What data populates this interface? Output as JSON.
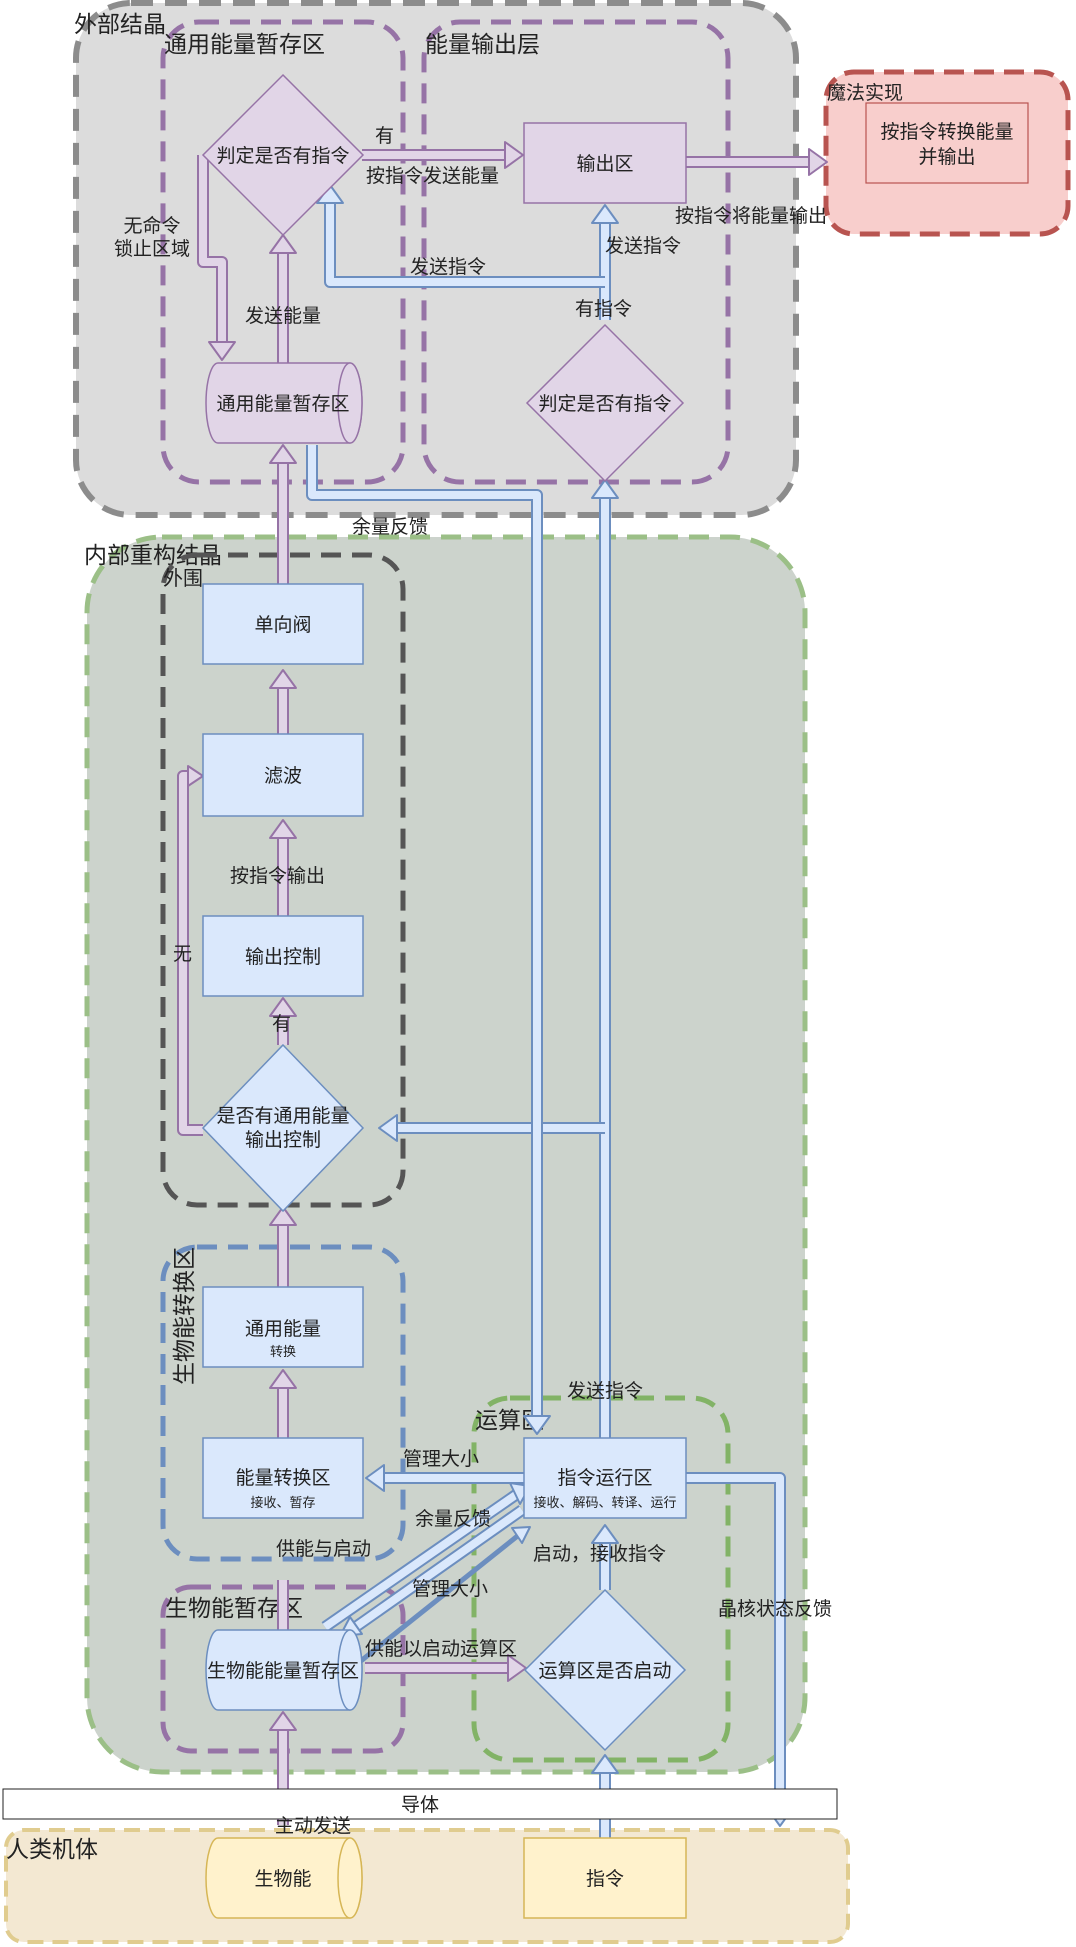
{
  "regions": {
    "outer_crystal": "外部结晶",
    "general_storage_zone": "通用能量暂存区",
    "energy_output_layer": "能量输出层",
    "magic_realization": "魔法实现",
    "inner_crystal": "内部重构结晶",
    "periphery": "外围",
    "bio_conversion_zone": "生物能转换区",
    "compute_zone": "运算区",
    "bio_storage_zone": "生物能暂存区",
    "human_body": "人类机体"
  },
  "nodes": {
    "judge_command_top": "判定是否有指令",
    "output_zone": "输出区",
    "magic_box_line1": "按指令转换能量",
    "magic_box_line2": "并输出",
    "general_storage": "通用能量暂存区",
    "judge_command_mid": "判定是否有指令",
    "check_valve": "单向阀",
    "filter": "滤波",
    "output_control": "输出控制",
    "has_energy_line1": "是否有通用能量",
    "has_energy_line2": "输出控制",
    "general_energy": "通用能量",
    "general_energy_sub": "转换",
    "energy_conversion": "能量转换区",
    "energy_conversion_sub": "接收、暂存",
    "command_run": "指令运行区",
    "command_run_sub": "接收、解码、转译、运行",
    "bio_storage": "生物能能量暂存区",
    "compute_started": "运算区是否启动",
    "conductor": "导体",
    "bio_energy": "生物能",
    "command": "指令"
  },
  "edge_labels": {
    "yes_top": "有",
    "send_energy_by_cmd": "按指令发送能量",
    "output_energy_by_cmd": "按指令将能量输出",
    "no_cmd_line1": "无命令",
    "no_cmd_line2": "锁止区域",
    "send_energy": "发送能量",
    "send_cmd_left": "发送指令",
    "send_cmd_right": "发送指令",
    "has_cmd": "有指令",
    "surplus_feedback_top": "余量反馈",
    "output_by_cmd": "按指令输出",
    "no": "无",
    "yes_mid": "有",
    "send_cmd_bottom": "发送指令",
    "manage_size_1": "管理大小",
    "surplus_feedback_mid": "余量反馈",
    "supply_start": "供能与启动",
    "manage_size_2": "管理大小",
    "start_receive_cmd": "启动，接收指令",
    "supply_start_compute": "供能以启动运算区",
    "core_state_feedback": "晶核状态反馈",
    "active_send": "主动发送"
  },
  "colors": {
    "outer_fill": "#dcdcdc",
    "outer_border": "#8c8c8c",
    "purple_border": "#9673a6",
    "purple_fill": "#e1d5e7",
    "blue_border": "#6c8ebf",
    "blue_fill": "#dae8fc",
    "green_border": "#82b366",
    "inner_fill": "#ccd3cc",
    "red_border": "#b85450",
    "red_fill": "#f8cecc",
    "yellow_border": "#d6b656",
    "yellow_fill": "#fff2cc",
    "human_fill": "#f3e8d2",
    "dark_border": "#555555"
  }
}
